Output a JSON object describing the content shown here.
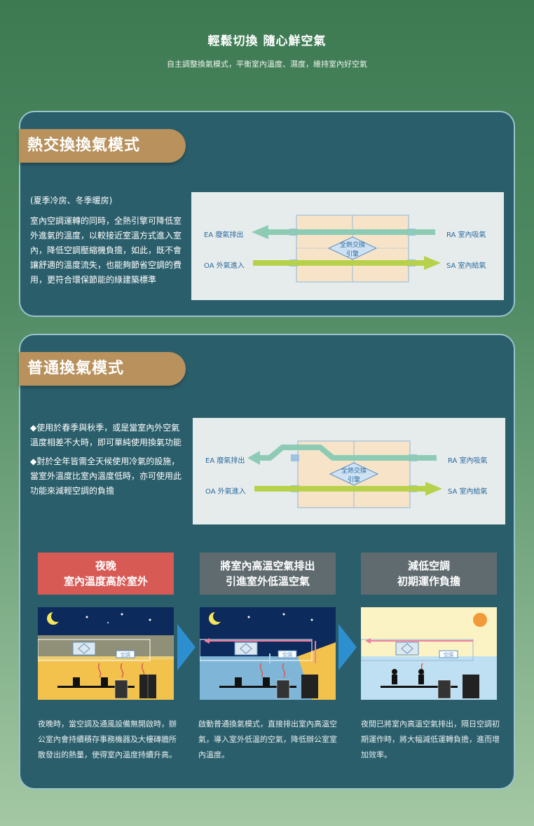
{
  "header": {
    "title": "輕鬆切換 隨心鮮空氣",
    "subtitle": "自主調整換氣模式，平衡室內溫度、濕度，維持室內好空氣"
  },
  "mode1": {
    "title": "熱交換換氣模式",
    "season": "(夏季冷房、冬季暖房)",
    "body": "室內空調運轉的同時，全熱引擎可降低室外進氣的溫度，以較接近室溫方式進入室內，降低空調壓縮機負擔，如此，既不會讓舒適的溫度流失，也能夠節省空調的費用，更符合環保節能的綠建築標準",
    "diagram": {
      "ea": "EA 廢氣排出",
      "oa": "OA 外氣進入",
      "ra": "RA 室內吸氣",
      "sa": "SA 室內給氣",
      "core_line1": "全熱交換",
      "core_line2": "引擎"
    }
  },
  "mode2": {
    "title": "普通換氣模式",
    "bullet1": "◆使用於春季與秋季，或是當室內外空氣溫度相差不大時，即可單純使用換氣功能",
    "bullet2": "◆對於全年皆需全天候使用冷氣的設施，當室外溫度比室內溫度低時，亦可使用此功能來減輕空調的負擔",
    "diagram": {
      "ea": "EA 廢氣排出",
      "oa": "OA 外氣進入",
      "ra": "RA 室內吸氣",
      "sa": "SA 室內給氣",
      "core_line1": "全熱交換",
      "core_line2": "引擎"
    },
    "steps": [
      {
        "head_line1": "夜晚",
        "head_line2": "室內溫度高於室外",
        "aircon_label": "空調",
        "text": "夜晚時，當空調及通風設備無開啟時，辦公室內會持續積存事務機器及大樓磚牆所散發出的熱量，使得室內溫度持續升高。"
      },
      {
        "head_line1": "將室內高溫空氣排出",
        "head_line2": "引進室外低溫空氣",
        "aircon_label": "空調",
        "text": "啟動普通換氣模式，直接排出室內高溫空氣，導入室外低溫的空氣，降低辦公室室內溫度。"
      },
      {
        "head_line1": "減低空調",
        "head_line2": "初期運作負擔",
        "aircon_label": "空調",
        "text": "夜間已將室內高溫空氣排出，隔日空調初期運作時，將大幅減低運轉負擔，進而增加效率。"
      }
    ]
  },
  "colors": {
    "card_bg": "#2b5e6b",
    "tag_bg": "#b8915d",
    "step_red": "#d85a55",
    "step_gray": "#5f6b6f",
    "exhaust_arrow": "#8ecbb5",
    "intake_arrow": "#b7d24a"
  }
}
